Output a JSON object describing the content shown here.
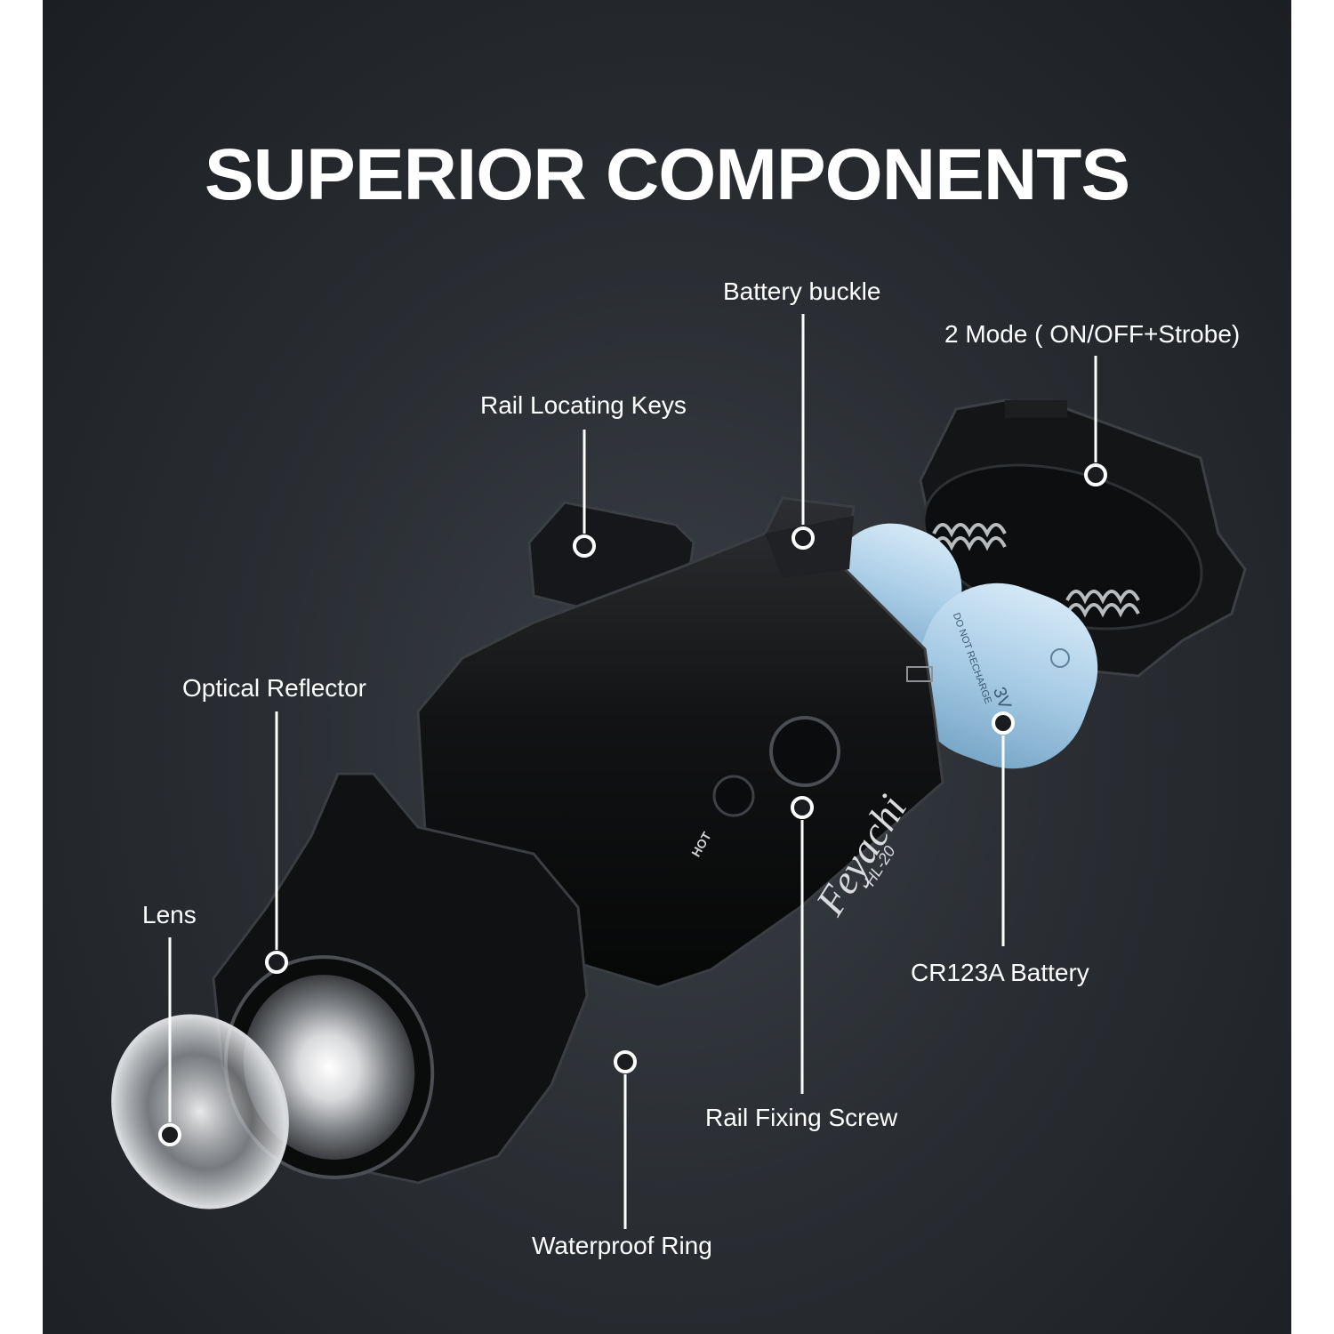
{
  "headline": "SUPERIOR COMPONENTS",
  "callouts": {
    "battery_buckle": "Battery buckle",
    "mode_switch": "2 Mode ( ON/OFF+Strobe)",
    "rail_locating_keys": "Rail Locating Keys",
    "optical_reflector": "Optical Reflector",
    "lens": "Lens",
    "cr123a_battery": "CR123A Battery",
    "rail_fixing_screw": "Rail Fixing Screw",
    "waterproof_ring": "Waterproof Ring"
  },
  "product": {
    "brand": "Feyachi",
    "model": "HL-20",
    "hot_label": "HOT",
    "battery_voltage": "3V",
    "battery_warning": "DO NOT RECHARGE"
  },
  "colors": {
    "background": "#2a2e33",
    "text": "#ffffff",
    "battery": "#a9cde6",
    "body": "#141516"
  }
}
